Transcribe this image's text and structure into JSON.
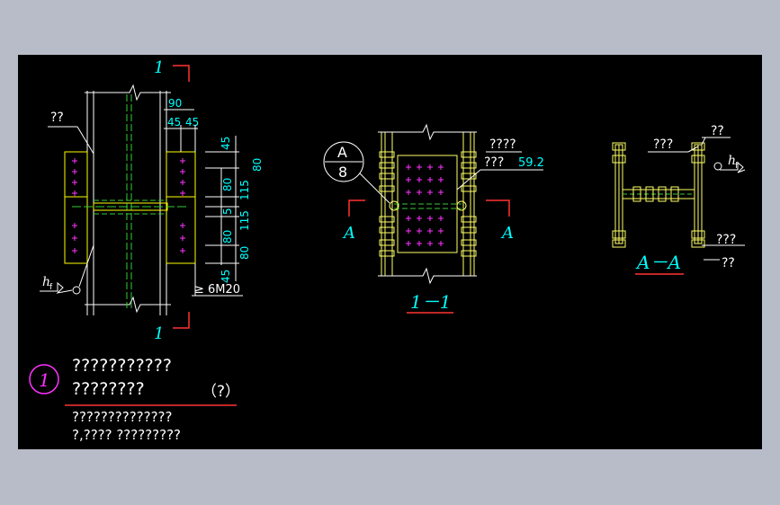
{
  "colors": {
    "frame": "#b8bcc9",
    "canvas": "#000000",
    "line": "#ffffff",
    "member": "#ffff66",
    "plate": "#ffff00",
    "centerline": "#33cc33",
    "dim": "#00ffff",
    "bolt": "#ff33ff",
    "section_mark": "#ff3333"
  },
  "view1": {
    "section_top_label": "1",
    "section_bottom_label": "1",
    "leader_label": "??",
    "dims_top": [
      "90",
      "45",
      "45"
    ],
    "dims_right_outer": [
      "45",
      "80",
      "115",
      "115",
      "80",
      "45"
    ],
    "dims_right_inner": [
      "80",
      "5",
      "80"
    ],
    "weld_symbol": "h",
    "weld_sub": "f",
    "bolt_note": "≥ 6M20"
  },
  "view2": {
    "callout_top": "A",
    "callout_bottom": "8",
    "leader_label_1": "????",
    "leader_label_2": "???",
    "leader_value": "59.2",
    "section_left": "A",
    "section_right": "A",
    "title": "1－1"
  },
  "view3": {
    "label_left": "???",
    "label_right_top": "??",
    "weld_symbol": "h",
    "weld_sub": "f",
    "label_right_mid": "???",
    "label_right_bottom": "??",
    "title": "A－A"
  },
  "legend": {
    "number": "1",
    "line1": "???????????",
    "line2": "????????",
    "line2_suffix": "（?）",
    "note1": "??????????????",
    "note2": "?,????  ?????????"
  }
}
